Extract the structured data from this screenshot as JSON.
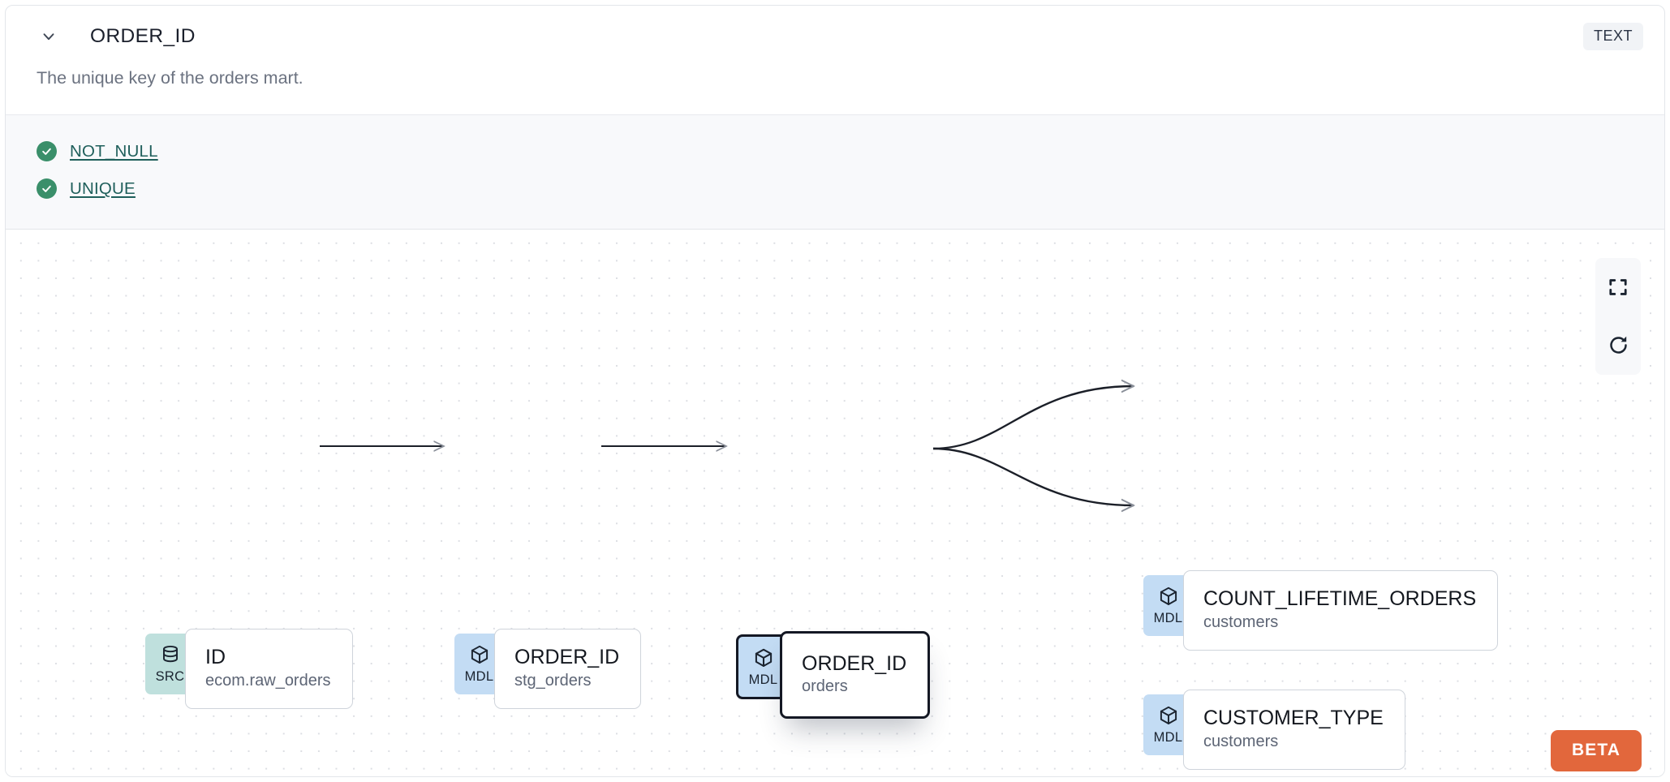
{
  "header": {
    "collapse_icon": "chevron-down-icon",
    "title": "ORDER_ID",
    "type_badge": "TEXT"
  },
  "description": "The unique key of the orders mart.",
  "tests": [
    {
      "status_icon": "check-circle-icon",
      "label": "NOT_NULL"
    },
    {
      "status_icon": "check-circle-icon",
      "label": "UNIQUE"
    }
  ],
  "lineage": {
    "nodes": [
      {
        "id": "src",
        "kind": "SRC",
        "icon": "database-icon",
        "name": "ID",
        "sub": "ecom.raw_orders",
        "selected": false
      },
      {
        "id": "stg",
        "kind": "MDL",
        "icon": "cube-icon",
        "name": "ORDER_ID",
        "sub": "stg_orders",
        "selected": false
      },
      {
        "id": "selected",
        "kind": "MDL",
        "icon": "cube-icon",
        "name": "ORDER_ID",
        "sub": "orders",
        "selected": true
      },
      {
        "id": "count",
        "kind": "MDL",
        "icon": "cube-icon",
        "name": "COUNT_LIFETIME_ORDERS",
        "sub": "customers",
        "selected": false
      },
      {
        "id": "custtype",
        "kind": "MDL",
        "icon": "cube-icon",
        "name": "CUSTOMER_TYPE",
        "sub": "customers",
        "selected": false
      }
    ],
    "controls": [
      {
        "id": "fit-view",
        "icon": "fit-screen-icon"
      },
      {
        "id": "reset-view",
        "icon": "refresh-icon"
      }
    ],
    "beta_label": "BETA"
  },
  "colors": {
    "src_badge": "#bfe0dd",
    "mdl_badge": "#c3dcf4",
    "test_pass": "#3a8f6a",
    "test_link": "#1f5f5b",
    "beta": "#e2673c",
    "selected_border": "#141824"
  }
}
